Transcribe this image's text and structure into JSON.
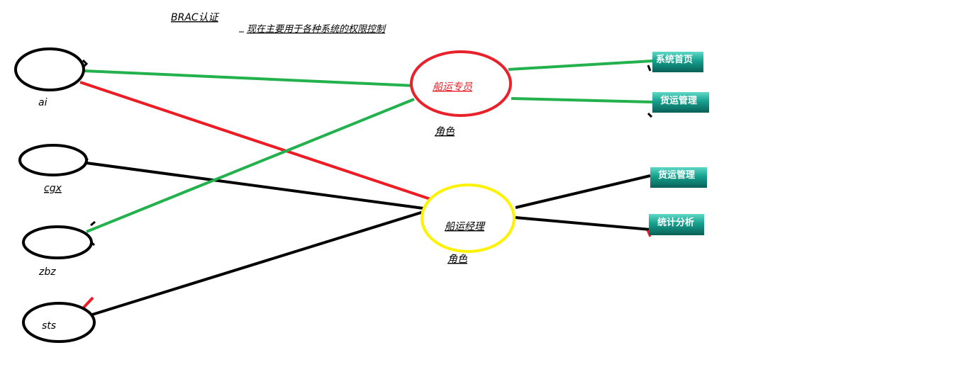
{
  "title": "BRAC认证",
  "subtitle": "现在主要用于各种系统的权限控制",
  "users": [
    {
      "id": "ai",
      "label": "ai"
    },
    {
      "id": "cgx",
      "label": "cgx"
    },
    {
      "id": "zbz",
      "label": "zbz"
    },
    {
      "id": "sts",
      "label": "sts"
    }
  ],
  "roles": [
    {
      "id": "shipping-specialist",
      "label": "船运专员",
      "caption": "角色",
      "color": "#e8212a",
      "label_color": "#e8212a"
    },
    {
      "id": "shipping-manager",
      "label": "船运经理",
      "caption": "角色",
      "color": "#fff200",
      "label_color": "#000000"
    }
  ],
  "permissions": [
    {
      "id": "sys-home",
      "label": "系统首页"
    },
    {
      "id": "freight-mgmt-1",
      "label": "货运管理"
    },
    {
      "id": "freight-mgmt-2",
      "label": "货运管理"
    },
    {
      "id": "stat-analysis",
      "label": "统计分析"
    }
  ],
  "colors": {
    "green": "#22b14c",
    "red": "#ed1c24",
    "black": "#000000",
    "yellow": "#fff200",
    "teal": "#1a9a8a"
  },
  "links": [
    {
      "from": "ai",
      "to": "shipping-specialist",
      "color": "green"
    },
    {
      "from": "ai",
      "to": "shipping-manager",
      "color": "red"
    },
    {
      "from": "cgx",
      "to": "shipping-manager",
      "color": "black"
    },
    {
      "from": "zbz",
      "to": "shipping-specialist",
      "color": "green"
    },
    {
      "from": "sts",
      "to": "shipping-manager",
      "color": "black"
    },
    {
      "from": "shipping-specialist",
      "to": "sys-home",
      "color": "green"
    },
    {
      "from": "shipping-specialist",
      "to": "freight-mgmt-1",
      "color": "green"
    },
    {
      "from": "shipping-manager",
      "to": "freight-mgmt-2",
      "color": "black"
    },
    {
      "from": "shipping-manager",
      "to": "stat-analysis",
      "color": "black"
    }
  ]
}
